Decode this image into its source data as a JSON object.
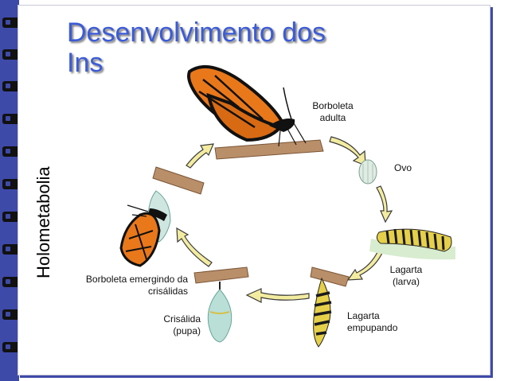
{
  "slide": {
    "title_line1": "Desenvolvimento dos",
    "title_line2": "Ins",
    "side_label": "Holometabolia"
  },
  "stages": {
    "adult": {
      "line1": "Borboleta",
      "line2": "adulta"
    },
    "egg": {
      "line1": "Ovo"
    },
    "larva": {
      "line1": "Lagarta",
      "line2": "(larva)"
    },
    "pupating": {
      "line1": "Lagarta",
      "line2": "empupando"
    },
    "pupa": {
      "line1": "Crisálida",
      "line2": "(pupa)"
    },
    "emerging": {
      "line1": "Borboleta emergindo da",
      "line2": "crisálidas"
    }
  },
  "colors": {
    "accent_blue": "#3e4aa8",
    "title_blue": "#3b5bd8",
    "arrow_fill": "#f3eca0",
    "arrow_stroke": "#3a3a3a",
    "branch": "#b98f6a",
    "butterfly_orange": "#e9781b"
  }
}
